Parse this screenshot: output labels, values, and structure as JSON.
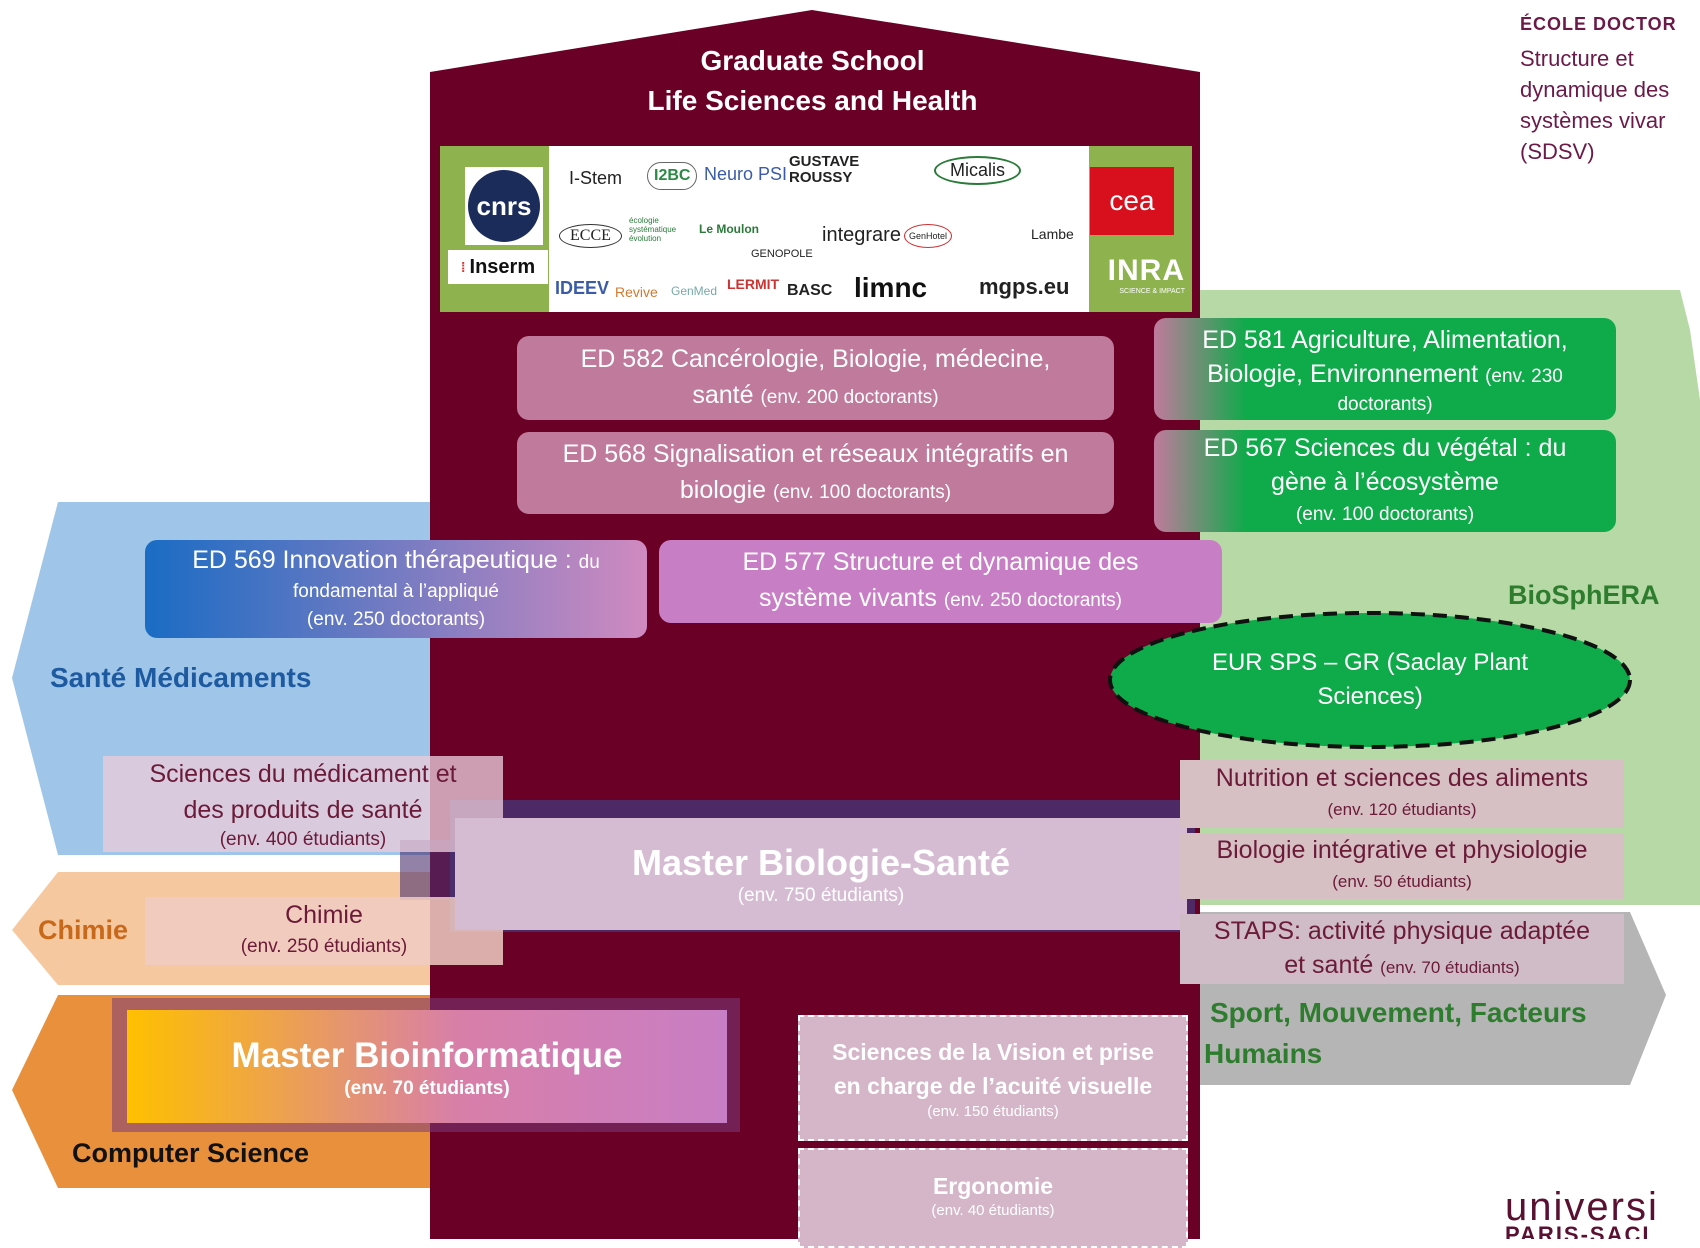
{
  "header": {
    "line1": "Graduate School",
    "line2": "Life Sciences and Health"
  },
  "top_right": {
    "heading": "ÉCOLE DOCTOR",
    "line1": "Structure et",
    "line2": "dynamique des",
    "line3": "systèmes vivar",
    "line4": "(SDSV)"
  },
  "logos": {
    "cnrs": "cnrs",
    "inserm": "Inserm",
    "cea": "cea",
    "inra": "INRA",
    "inra_sub": "SCIENCE & IMPACT",
    "istem": "I-Stem",
    "i2bc": "I2BC",
    "neuropsi": "Neuro PSI",
    "gustave": "GUSTAVE ROUSSY",
    "micalis": "Micalis",
    "ecce": "ECCE",
    "ecologie": "écologie systématique évolution",
    "lemoulon": "Le Moulon",
    "genopole": "GENOPOLE",
    "integrare": "integrare",
    "genhotel": "GenHotel",
    "lambe": "Lambe",
    "ideev": "IDEEV",
    "revive": "Revive",
    "genmed": "GenMed",
    "lermit": "LERMIT",
    "basc": "BASC",
    "limnc": "limnc",
    "mgps": "mgps.eu"
  },
  "doctoral": {
    "ed582_main": "ED 582 Cancérologie, Biologie, médecine,",
    "ed582_main2": "santé",
    "ed582_sub": "(env. 200 doctorants)",
    "ed568_main": "ED 568 Signalisation et réseaux intégratifs en",
    "ed568_main2": "biologie",
    "ed568_sub": "(env. 100 doctorants)",
    "ed569_main": "ED 569 Innovation thérapeutique :",
    "ed569_du": "du",
    "ed569_line2": "fondamental à l’appliqué",
    "ed569_sub": "(env. 250 doctorants)",
    "ed577_main": "ED 577 Structure et dynamique des",
    "ed577_main2": "système vivants",
    "ed577_sub": "(env. 250 doctorants)",
    "ed581_main": "ED 581 Agriculture, Alimentation,",
    "ed581_main2": "Biologie, Environnement",
    "ed581_sub": "(env. 230",
    "ed581_sub2": "doctorants)",
    "ed567_main": "ED 567 Sciences du végétal : du",
    "ed567_main2": "gène à l’écosystème",
    "ed567_sub": "(env. 100 doctorants)"
  },
  "eur": {
    "line1": "EUR SPS – GR (Saclay Plant",
    "line2": "Sciences)"
  },
  "areas": {
    "biosphera": "BioSphERA",
    "sante": "Santé Médicaments",
    "chimie": "Chimie",
    "cs": "Computer Science",
    "sport1": "Sport, Mouvement, Facteurs",
    "sport2": "Humains"
  },
  "masters": {
    "medicament1": "Sciences du médicament et",
    "medicament2": "des produits de santé",
    "medicament_sub": "(env. 400 étudiants)",
    "chimie": "Chimie",
    "chimie_sub": "(env. 250 étudiants)",
    "biosante": "Master Biologie-Santé",
    "biosante_sub": "(env. 750 étudiants)",
    "bioinfo": "Master Bioinformatique",
    "bioinfo_sub": "(env. 70 étudiants)",
    "nutrition": "Nutrition et sciences des aliments",
    "nutrition_sub": "(env. 120 étudiants)",
    "bip": "Biologie intégrative et physiologie",
    "bip_sub": "(env. 50 étudiants)",
    "staps1": "STAPS: activité physique adaptée",
    "staps2": "et santé",
    "staps_sub": "(env. 70 étudiants)",
    "vision1": "Sciences de la Vision et prise",
    "vision2": "en charge de l’acuité visuelle",
    "vision_sub": "(env. 150 étudiants)",
    "ergo": "Ergonomie",
    "ergo_sub": "(env. 40 étudiants)"
  },
  "footer": {
    "univ1": "universi",
    "univ2": "PARIS-SACL"
  },
  "colors": {
    "maroon": "#6b0026",
    "blue_area": "#9fc6e8",
    "green_area": "#b6d9a6",
    "peach_area": "#f6c8a0",
    "orange_area": "#e8903c",
    "grey_area": "#b5b5b5",
    "pink_box": "#c07a9c",
    "green_box": "#0faa4a"
  }
}
